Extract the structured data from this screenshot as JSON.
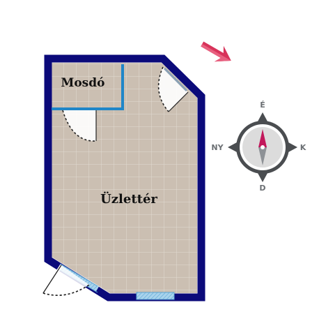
{
  "rooms": {
    "washroom": "Mosdó",
    "shop": "Üzlettér"
  },
  "compass": {
    "north": "É",
    "south": "D",
    "east": "K",
    "west": "NY"
  },
  "colors": {
    "wall": "#0b0a7a",
    "partition": "#1f86c8",
    "floor": "#cbbfb2",
    "tile_line": "#ded6cc",
    "window": "#a9d3ec",
    "entrance_arrow": "#d8335a",
    "compass_ring": "#4a4d50",
    "compass_face": "#dcdcdc",
    "needle_north": "#c2185b",
    "needle_south": "#8d9196"
  },
  "icons": {
    "entrance_arrow": "arrow-icon",
    "compass": "compass-icon"
  }
}
